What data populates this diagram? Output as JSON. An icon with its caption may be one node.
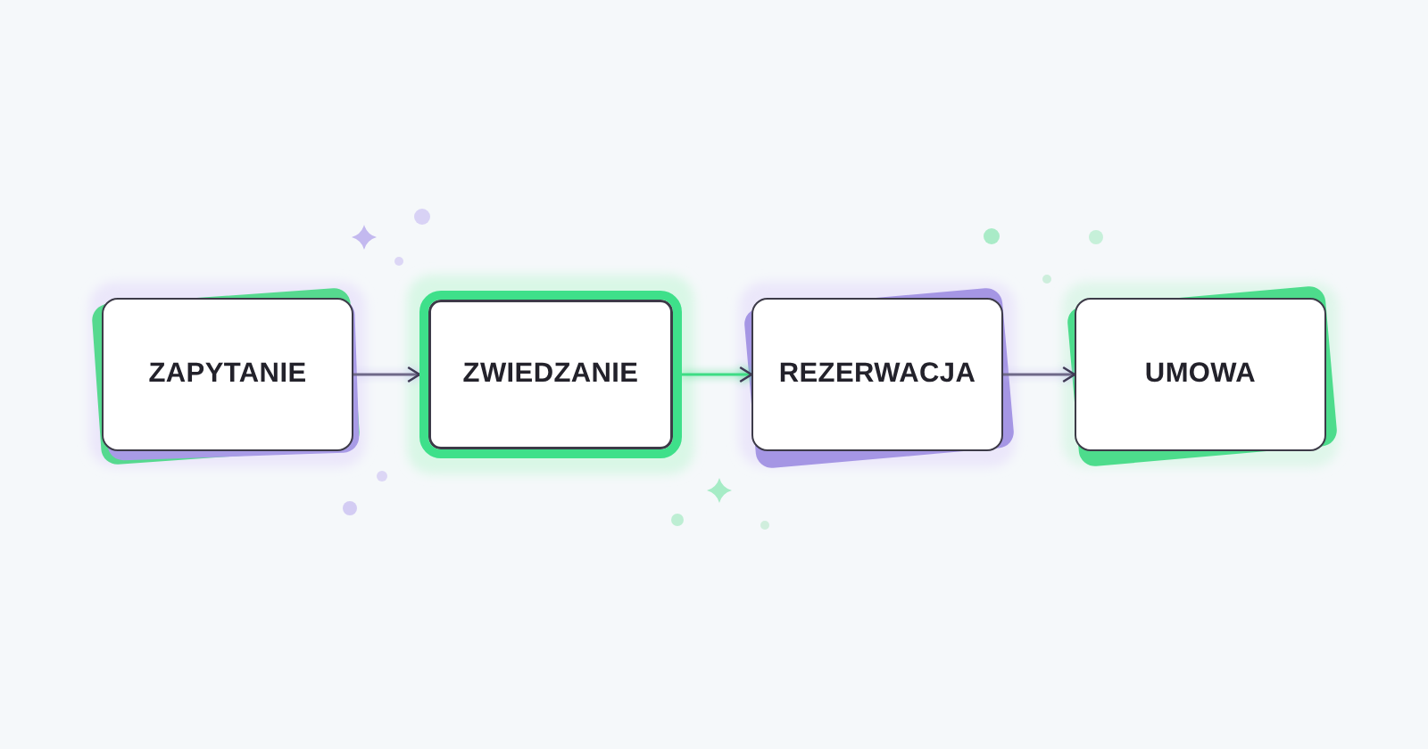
{
  "diagram": {
    "nodes": [
      {
        "text": [
          "ZAPYTANIE"
        ]
      },
      {
        "text": [
          "ZWIEDZANIE"
        ]
      },
      {
        "text": [
          "REZERWACJA"
        ]
      },
      {
        "text": [
          "UMOWA"
        ]
      }
    ],
    "edges": [
      {
        "from": 0,
        "to": 1,
        "arrow": "to"
      },
      {
        "from": 1,
        "to": 2,
        "arrow": "to",
        "color": "#3ddc84"
      },
      {
        "from": 2,
        "to": 3,
        "arrow": "to"
      }
    ]
  }
}
